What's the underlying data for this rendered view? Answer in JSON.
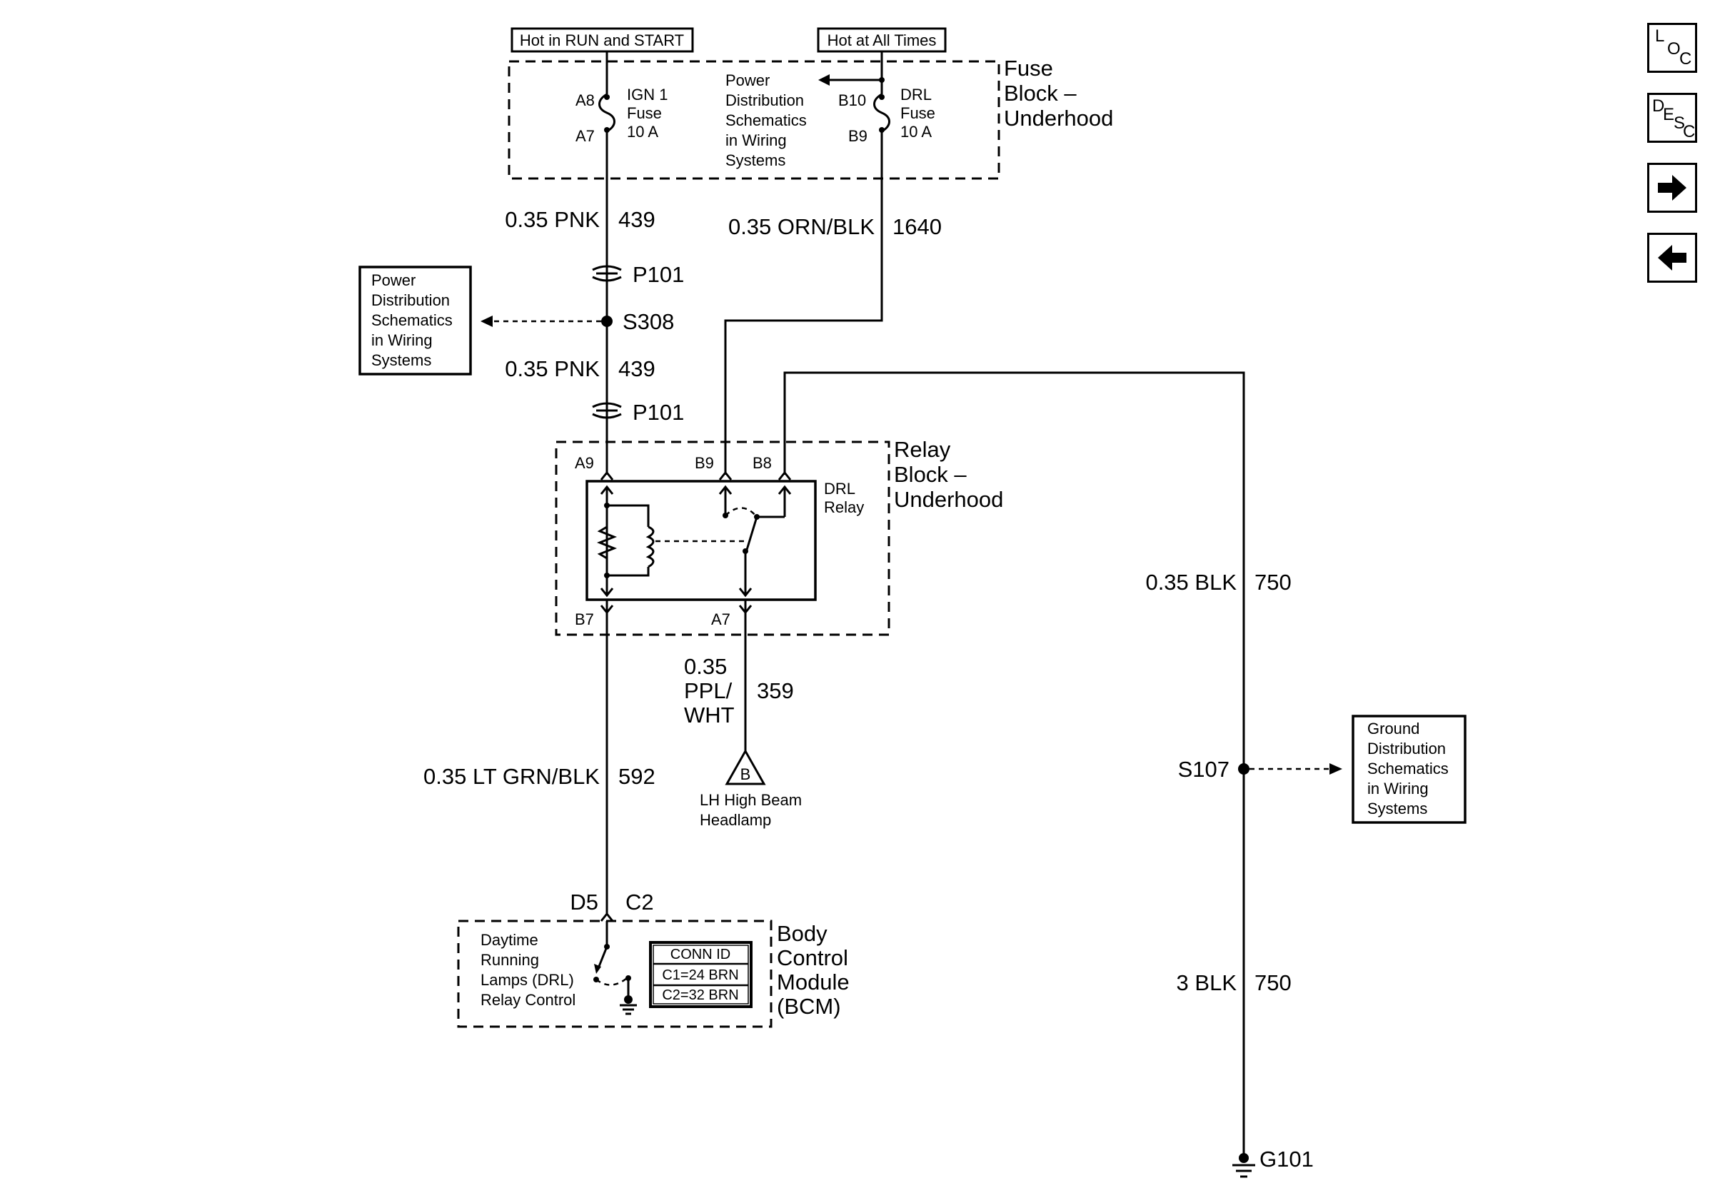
{
  "power_labels": {
    "run_start": "Hot in RUN and START",
    "all_times": "Hot at All Times"
  },
  "fuse_block": {
    "line1": "Fuse",
    "line2": "Block –",
    "line3": "Underhood"
  },
  "fuses": {
    "ign": {
      "in": "A8",
      "out": "A7",
      "name1": "IGN 1",
      "name2": "Fuse",
      "rating": "10 A"
    },
    "drl": {
      "in": "B10",
      "out": "B9",
      "name1": "DRL",
      "name2": "Fuse",
      "rating": "10 A"
    }
  },
  "power_ref_top": [
    "Power",
    "Distribution",
    "Schematics",
    "in Wiring",
    "Systems"
  ],
  "power_ref_left": [
    "Power",
    "Distribution",
    "Schematics",
    "in Wiring",
    "Systems"
  ],
  "ground_ref": [
    "Ground",
    "Distribution",
    "Schematics",
    "in Wiring",
    "Systems"
  ],
  "wires": {
    "pnk_top": {
      "gauge": "0.35 PNK",
      "circuit": "439"
    },
    "orn_blk": {
      "gauge": "0.35 ORN/BLK",
      "circuit": "1640"
    },
    "pnk_mid": {
      "gauge": "0.35 PNK",
      "circuit": "439"
    },
    "blk_upper": {
      "gauge": "0.35 BLK",
      "circuit": "750"
    },
    "ppl_wht": {
      "gauge1": "0.35",
      "gauge2": "PPL/",
      "gauge3": "WHT",
      "circuit": "359"
    },
    "lt_grn": {
      "gauge": "0.35 LT GRN/BLK",
      "circuit": "592"
    },
    "blk_lower": {
      "gauge": "3 BLK",
      "circuit": "750"
    }
  },
  "connectors": {
    "p101_top": "P101",
    "p101_bot": "P101"
  },
  "splices": {
    "s308": "S308",
    "s107": "S107"
  },
  "relay_block": {
    "line1": "Relay",
    "line2": "Block –",
    "line3": "Underhood",
    "pins": {
      "a9": "A9",
      "b9": "B9",
      "b8": "B8",
      "b7": "B7",
      "a7": "A7"
    },
    "relay_name1": "DRL",
    "relay_name2": "Relay"
  },
  "headlamp": {
    "connector": "B",
    "line1": "LH High Beam",
    "line2": "Headlamp"
  },
  "bcm": {
    "pin_left": "D5",
    "pin_right": "C2",
    "title": [
      "Body",
      "Control",
      "Module",
      "(BCM)"
    ],
    "function": [
      "Daytime",
      "Running",
      "Lamps (DRL)",
      "Relay Control"
    ],
    "conn_id": {
      "header": "CONN ID",
      "c1": "C1=24 BRN",
      "c2": "C2=32 BRN"
    }
  },
  "ground": "G101",
  "nav": {
    "loc": {
      "a": "L",
      "b": "O",
      "c": "C"
    },
    "desc": {
      "a": "D",
      "b": "E",
      "c": "S",
      "d": "C"
    }
  }
}
